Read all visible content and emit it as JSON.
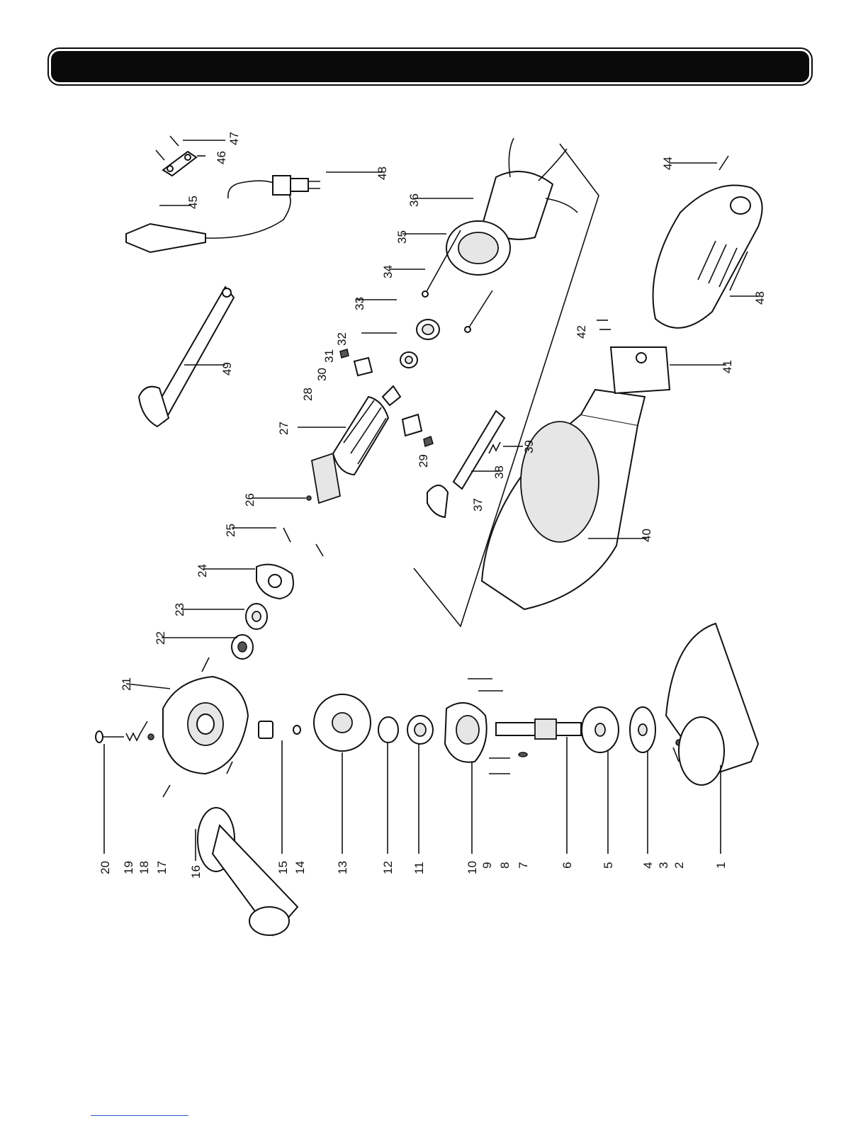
{
  "diagram": {
    "type": "exploded parts view",
    "header_bar_color": "#0a0a0a",
    "parts": [
      {
        "number": "1",
        "icon": "wheel-guard"
      },
      {
        "number": "2",
        "icon": "screw"
      },
      {
        "number": "3",
        "icon": "washer"
      },
      {
        "number": "4",
        "icon": "outer-flange"
      },
      {
        "number": "5",
        "icon": "inner-flange"
      },
      {
        "number": "6",
        "icon": "spindle"
      },
      {
        "number": "7",
        "icon": "key"
      },
      {
        "number": "8",
        "icon": "screw"
      },
      {
        "number": "9",
        "icon": "washer"
      },
      {
        "number": "10",
        "icon": "bearing-cover"
      },
      {
        "number": "11",
        "icon": "bearing"
      },
      {
        "number": "12",
        "icon": "retaining-ring"
      },
      {
        "number": "13",
        "icon": "bevel-gear"
      },
      {
        "number": "14",
        "icon": "circlip"
      },
      {
        "number": "15",
        "icon": "needle-bearing"
      },
      {
        "number": "16",
        "icon": "side-handle"
      },
      {
        "number": "17",
        "icon": "screw"
      },
      {
        "number": "18",
        "icon": "pin"
      },
      {
        "number": "19",
        "icon": "spring"
      },
      {
        "number": "20",
        "icon": "lock-button"
      },
      {
        "number": "21",
        "icon": "gear-housing"
      },
      {
        "number": "22",
        "icon": "bearing"
      },
      {
        "number": "23",
        "icon": "bearing"
      },
      {
        "number": "24",
        "icon": "bearing-plate"
      },
      {
        "number": "25",
        "icon": "screw"
      },
      {
        "number": "26",
        "icon": "key"
      },
      {
        "number": "27",
        "icon": "armature"
      },
      {
        "number": "28",
        "icon": "screw"
      },
      {
        "number": "29",
        "icon": "screw"
      },
      {
        "number": "30",
        "icon": "brush-holder"
      },
      {
        "number": "31",
        "icon": "carbon-brush"
      },
      {
        "number": "32",
        "icon": "bearing"
      },
      {
        "number": "33",
        "icon": "bearing-sleeve"
      },
      {
        "number": "34",
        "icon": "screw"
      },
      {
        "number": "35",
        "icon": "baffle"
      },
      {
        "number": "36",
        "icon": "stator"
      },
      {
        "number": "37",
        "icon": "switch-button"
      },
      {
        "number": "38",
        "icon": "switch-lever"
      },
      {
        "number": "39",
        "icon": "spring"
      },
      {
        "number": "40",
        "icon": "motor-housing"
      },
      {
        "number": "41",
        "icon": "switch"
      },
      {
        "number": "42",
        "icon": "screw"
      },
      {
        "number": "43",
        "icon": "rear-cover"
      },
      {
        "number": "44",
        "icon": "screw"
      },
      {
        "number": "45",
        "icon": "cord-guard"
      },
      {
        "number": "46",
        "icon": "cord-clamp"
      },
      {
        "number": "47",
        "icon": "screw"
      },
      {
        "number": "48",
        "icon": "power-cord"
      },
      {
        "number": "49",
        "icon": "spanner-wrench"
      }
    ]
  }
}
